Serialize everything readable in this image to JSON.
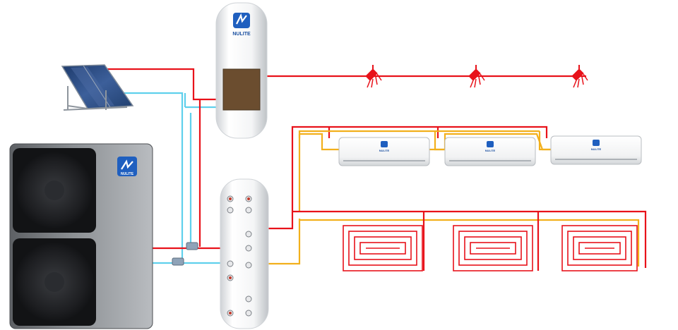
{
  "brand": {
    "name": "NULITE",
    "logo_primary": "#1f5fbf",
    "logo_dark": "#163f8a"
  },
  "pipes": {
    "hot_color": "#e8121a",
    "cold_color": "#5fd0ec",
    "return_color": "#f2b01c"
  },
  "components": {
    "heat_pump": {
      "label": "NULITE"
    },
    "dhw_tank": {
      "label": "NULITE"
    },
    "ac_units": [
      {
        "label": "NULITE"
      },
      {
        "label": "NULITE"
      },
      {
        "label": "NULITE"
      }
    ],
    "floor_heating_loops": 3,
    "showers": 3
  }
}
